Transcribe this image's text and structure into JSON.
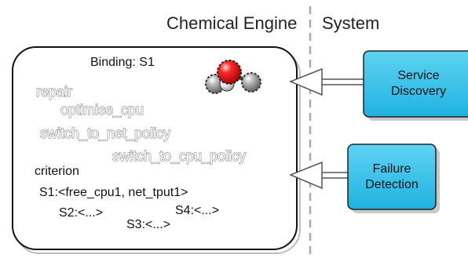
{
  "headers": {
    "chemical_engine": "Chemical Engine",
    "system": "System"
  },
  "binding": {
    "title": "Binding: S1"
  },
  "rules": [
    "repair",
    "optimise_cpu",
    "switch_to_net_policy",
    "switch_to_cpu_policy"
  ],
  "criterion": "criterion",
  "services": {
    "s1": "S1:<free_cpu1, net_tput1>",
    "s2": "S2:<...>",
    "s3": "S3:<...>",
    "s4": "S4:<...>"
  },
  "system_components": {
    "service_discovery": {
      "line1": "Service",
      "line2": "Discovery"
    },
    "failure_detection": {
      "line1": "Failure",
      "line2": "Detection"
    }
  },
  "colors": {
    "component_fill": "#3fc3ea",
    "molecule_red": "#e00000",
    "molecule_grey": "#8c8c8c",
    "divider": "#aaaaaa"
  }
}
